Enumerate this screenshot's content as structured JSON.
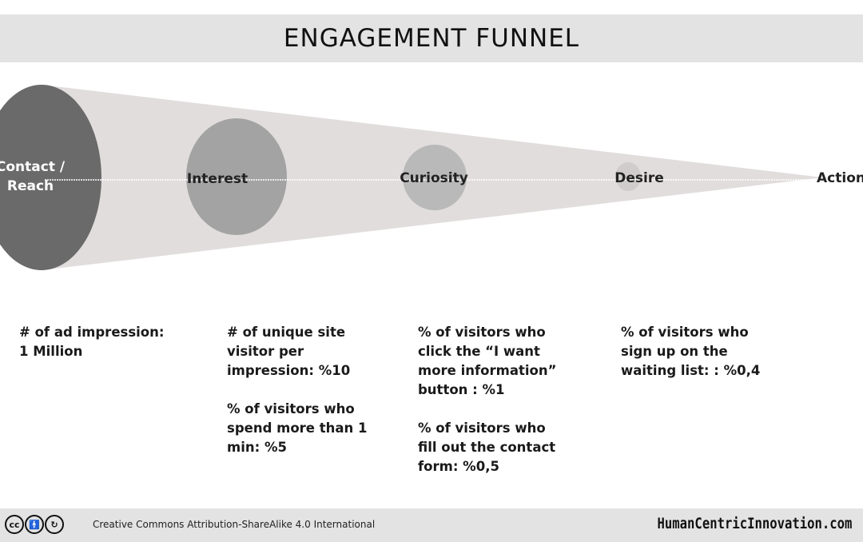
{
  "title": "ENGAGEMENT FUNNEL",
  "stages": [
    {
      "label_lines": [
        "Contact /",
        "Reach"
      ]
    },
    {
      "label_lines": [
        "Interest"
      ]
    },
    {
      "label_lines": [
        "Curiosity"
      ]
    },
    {
      "label_lines": [
        "Desire"
      ]
    },
    {
      "label_lines": [
        "Action"
      ]
    }
  ],
  "descriptions": [
    {
      "paragraphs": [
        [
          "# of ad impression:",
          "1 Million"
        ]
      ]
    },
    {
      "paragraphs": [
        [
          "# of unique site",
          "visitor per",
          "impression: %10"
        ],
        [
          "% of visitors who",
          "spend more than 1",
          "min: %5"
        ]
      ]
    },
    {
      "paragraphs": [
        [
          "% of visitors who",
          "click the “I want",
          "more information”",
          "button : %1"
        ],
        [
          "% of visitors who",
          "fill out the contact",
          "form: %0,5"
        ]
      ]
    },
    {
      "paragraphs": [
        [
          "% of visitors who",
          "sign up on the",
          "waiting list: : %0,4"
        ]
      ]
    }
  ],
  "colors": {
    "funnel_cone": "#e2dddd",
    "circle_contact": "#6a6a6a",
    "circle_interest": "#a3a3a3",
    "circle_curiosity": "#b9b9b9",
    "circle_desire": "#d0cccc",
    "title_bar": "#e3e3e3"
  },
  "footer": {
    "license_icons": [
      "cc-icon",
      "attribution-icon",
      "share-alike-icon"
    ],
    "license_text": "Creative Commons  Attribution-ShareAlike  4.0 International",
    "site": "HumanCentricInnovation.com"
  }
}
